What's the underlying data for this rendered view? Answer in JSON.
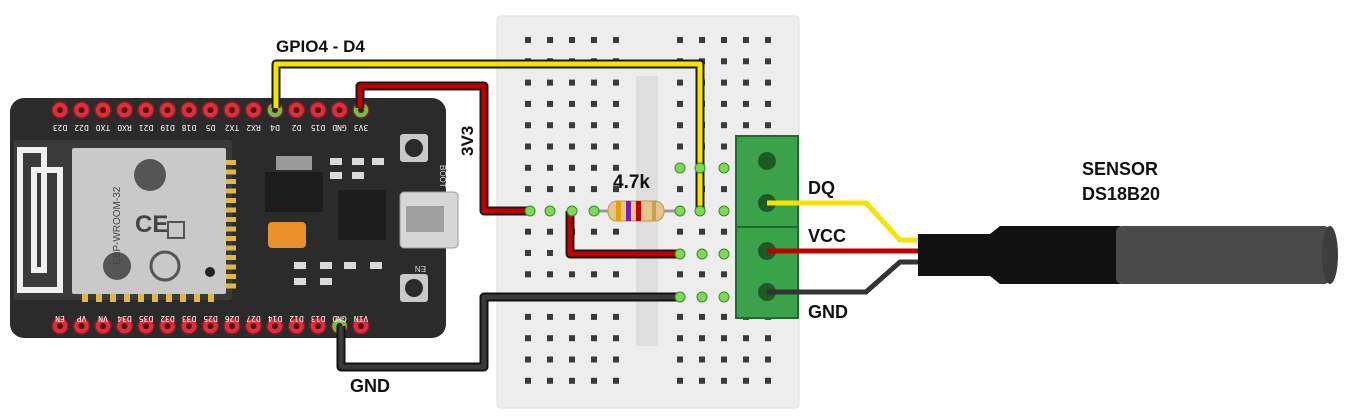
{
  "labels": {
    "gpio": "GPIO4 - D4",
    "v33": "3V3",
    "resistor": "4.7k",
    "sensor_line1": "SENSOR",
    "sensor_line2": "DS18B20",
    "dq": "DQ",
    "vcc": "VCC",
    "gnd_terminal": "GND",
    "gnd_board": "GND"
  },
  "board": {
    "module_name": "ESP-WROOM-32",
    "ce_mark": "CE",
    "boot_label": "BOOT",
    "en_label": "EN",
    "top_pins": [
      "D23",
      "D22",
      "TXO",
      "RXO",
      "D21",
      "D19",
      "D18",
      "D5",
      "TX2",
      "RX2",
      "D4",
      "D2",
      "D15",
      "GND",
      "3V3"
    ],
    "bottom_pins": [
      "EN",
      "VP",
      "VN",
      "D34",
      "D35",
      "D32",
      "D33",
      "D25",
      "D26",
      "D27",
      "D14",
      "D12",
      "D13",
      "GND",
      "VIN"
    ]
  },
  "colors": {
    "wire_signal": "#f5e400",
    "wire_power": "#c00000",
    "wire_ground": "#222222",
    "board": "#2b2b2b",
    "pin_header": "#d8303c",
    "terminal": "#3aa34a",
    "breadboard": "#eeeeee"
  }
}
